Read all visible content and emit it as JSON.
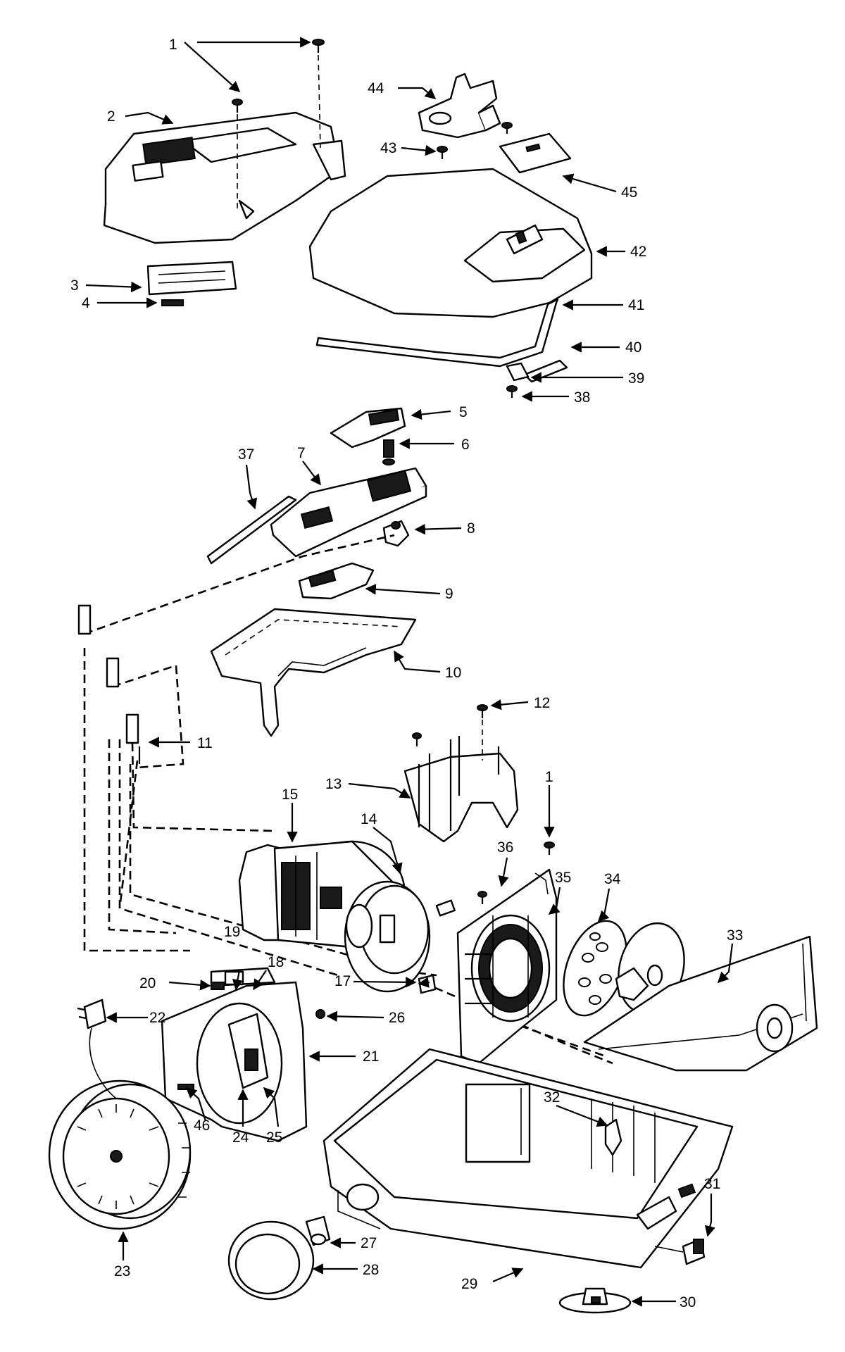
{
  "callouts": [
    "1",
    "2",
    "3",
    "4",
    "5",
    "6",
    "7",
    "8",
    "9",
    "10",
    "11",
    "12",
    "13",
    "14",
    "15",
    "17",
    "18",
    "19",
    "20",
    "21",
    "22",
    "23",
    "24",
    "25",
    "26",
    "27",
    "28",
    "29",
    "30",
    "31",
    "32",
    "33",
    "34",
    "35",
    "36",
    "37",
    "38",
    "39",
    "40",
    "41",
    "42",
    "43",
    "44",
    "45",
    "46"
  ],
  "callout_1b": "1"
}
